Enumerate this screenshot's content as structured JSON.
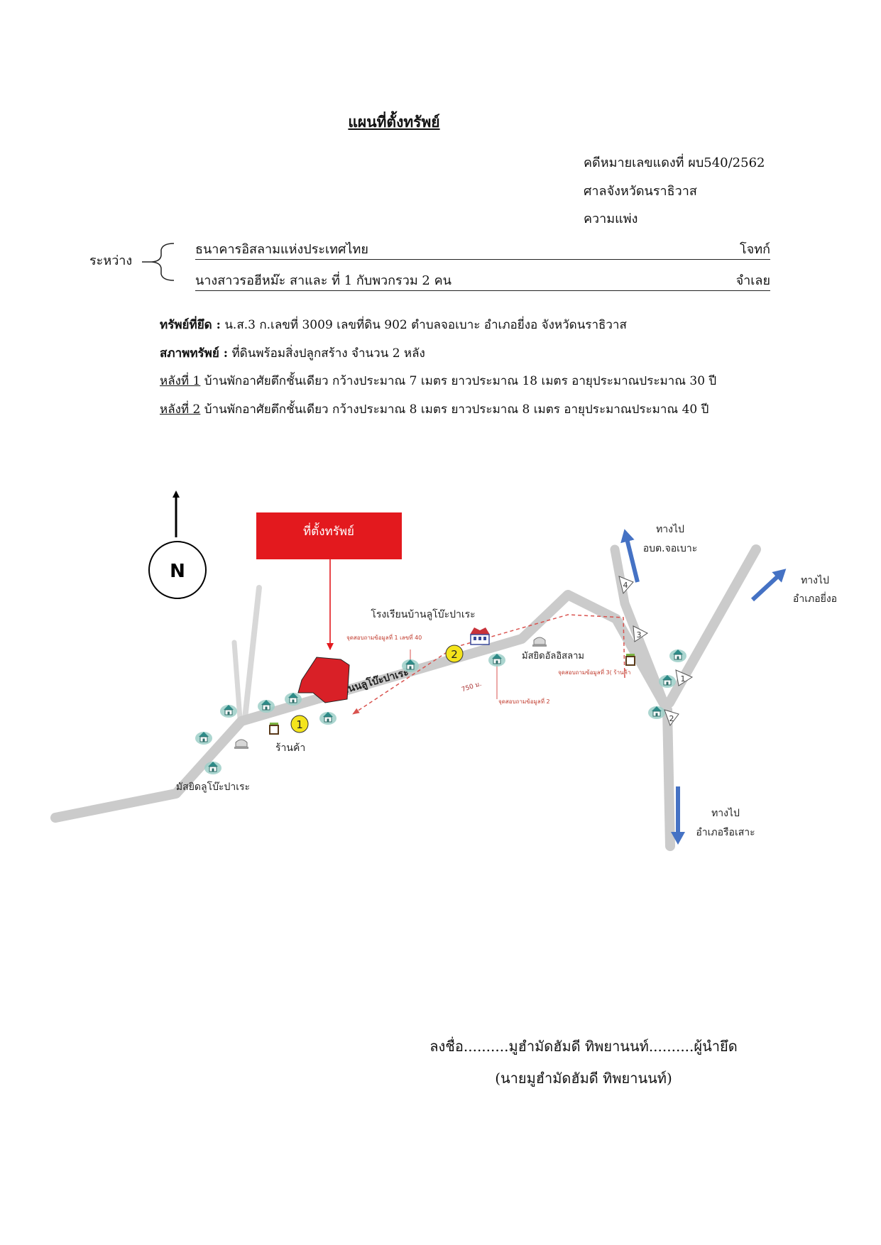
{
  "title": "แผนที่ตั้งทรัพย์",
  "case_info": {
    "case_number": "คดีหมายเลขแดงที่ ผบ540/2562",
    "court": "ศาลจังหวัดนราธิวาส",
    "case_type": "ความแพ่ง"
  },
  "parties": {
    "between_label": "ระหว่าง",
    "plaintiff_name": "ธนาคารอิสลามแห่งประเทศไทย",
    "plaintiff_role": "โจทก์",
    "defendant_name": "นางสาวรอฮีหม๊ะ สาและ ที่ 1 กับพวกรวม 2 คน",
    "defendant_role": "จำเลย"
  },
  "property": {
    "seized_label": "ทรัพย์ที่ยึด :",
    "seized_value": "น.ส.3 ก.เลขที่ 3009 เลขที่ดิน 902 ตำบลจอเบาะ อำเภอยี่งอ จังหวัดนราธิวาส",
    "condition_label": "สภาพทรัพย์ :",
    "condition_value": "ที่ดินพร้อมสิ่งปลูกสร้าง จำนวน 2 หลัง",
    "buildings": [
      {
        "label": "หลังที่ 1",
        "text": "บ้านพักอาศัยตึกชั้นเดียว กว้างประมาณ 7 เมตร ยาวประมาณ 18 เมตร อายุประมาณประมาณ 30 ปี"
      },
      {
        "label": "หลังที่ 2",
        "text": "บ้านพักอาศัยตึกชั้นเดียว กว้างประมาณ 8 เมตร ยาวประมาณ 8 เมตร อายุประมาณประมาณ 40 ปี"
      }
    ]
  },
  "map": {
    "north_label": "N",
    "property_callout": "ที่ตั้งทรัพย์",
    "road_name": "ถนนลูโบ๊ะปาเระ",
    "distance": "750 ม.",
    "school": "โรงเรียนบ้านลูโบ๊ะปาเระ",
    "mosque_alislam": "มัสยิดอัลอิสลาม",
    "mosque_lubo": "มัสยิดลูโบ๊ะปาเระ",
    "shop": "ร้านค้า",
    "info_point_1": "จุดสอบถามข้อมูลที่ 1 เลขที่ 40",
    "info_point_2": "จุดสอบถามข้อมูลที่ 2",
    "info_point_3": "จุดสอบถามข้อมูลที่ 3( ร้านค้า",
    "markers": [
      "1",
      "2"
    ],
    "junctions": [
      "4",
      "3",
      "1",
      "2"
    ],
    "directions": [
      {
        "line1": "ทางไป",
        "line2": "อบต.จอเบาะ"
      },
      {
        "line1": "ทางไป",
        "line2": "อำเภอยี่งอ"
      },
      {
        "line1": "ทางไป",
        "line2": "อำเภอรือเสาะ"
      }
    ],
    "icons": [
      "north-arrow-icon",
      "house-icon",
      "school-icon",
      "mosque-icon",
      "shop-icon"
    ],
    "colors": {
      "callout": "#e3191e",
      "property": "#d92027",
      "route": "#d9534f",
      "direction_arrow": "#4572c4",
      "marker": "#f4e41c",
      "road": "#cbcbcb"
    }
  },
  "signature": {
    "line": "ลงชื่อ..........มูฮำมัดฮัมดี ทิพยานนท์..........ผู้นำยึด",
    "name": "(นายมูฮำมัดฮัมดี ทิพยานนท์)"
  }
}
